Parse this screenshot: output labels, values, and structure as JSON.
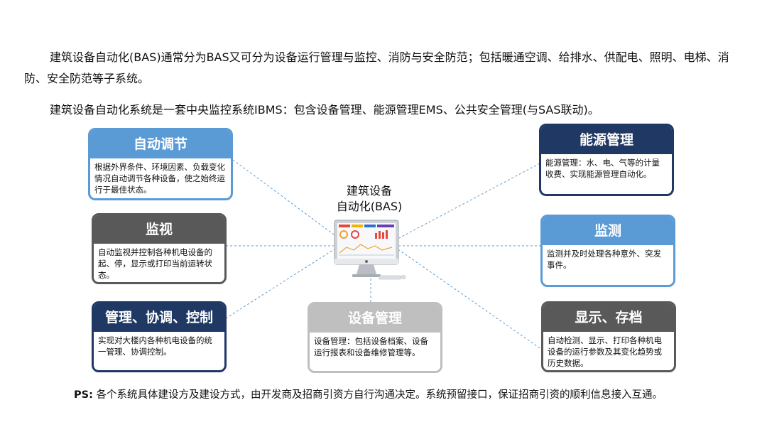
{
  "intro": {
    "paragraph1": "建筑设备自动化(BAS)通常分为BAS又可分为设备运行管理与监控、消防与安全防范；包括暖通空调、给排水、供配电、照明、电梯、消防、安全防范等子系统。",
    "paragraph2": "建筑设备自动化系统是一套中央监控系统IBMS：包含设备管理、能源管理EMS、公共安全管理(与SAS联动)。"
  },
  "center": {
    "label_line1": "建筑设备",
    "label_line2": "自动化(BAS)",
    "icon": "computer-monitor-icon"
  },
  "cards": {
    "auto_adjust": {
      "title": "自动调节",
      "text": "根据外界条件、环境因素、负载变化情况自动调节各种设备，使之始终运行于最佳状态。"
    },
    "monitoring": {
      "title": "监视",
      "text": "自动监视并控制各种机电设备的起、停，显示或打印当前运转状态。"
    },
    "management": {
      "title": "管理、协调、控制",
      "text": "实现对大楼内各种机电设备的统一管理、协调控制。"
    },
    "device_mgmt": {
      "title": "设备管理",
      "text": "设备管理：包括设备档案、设备运行报表和设备维修管理等。"
    },
    "energy": {
      "title": "能源管理",
      "text": "能源管理：水、电、气等的计量收费、实现能源管理自动化。"
    },
    "detection": {
      "title": "监测",
      "text": "监测并及时处理各种意外、突发事件。"
    },
    "display": {
      "title": "显示、存档",
      "text": "自动检测、显示、打印各种机电设备的运行参数及其变化趋势或历史数据。"
    }
  },
  "footer": {
    "ps_label": "PS:",
    "ps_text": "各个系统具体建设方及建设方式，由开发商及招商引资方自行沟通决定。系统预留接口，保证招商引资的顺利信息接入互通。"
  },
  "colors": {
    "light_blue": "#5b9bd5",
    "navy": "#1f3864",
    "dark_gray": "#595959",
    "light_gray": "#bfbfbf",
    "connector": "#5b9bd5"
  }
}
